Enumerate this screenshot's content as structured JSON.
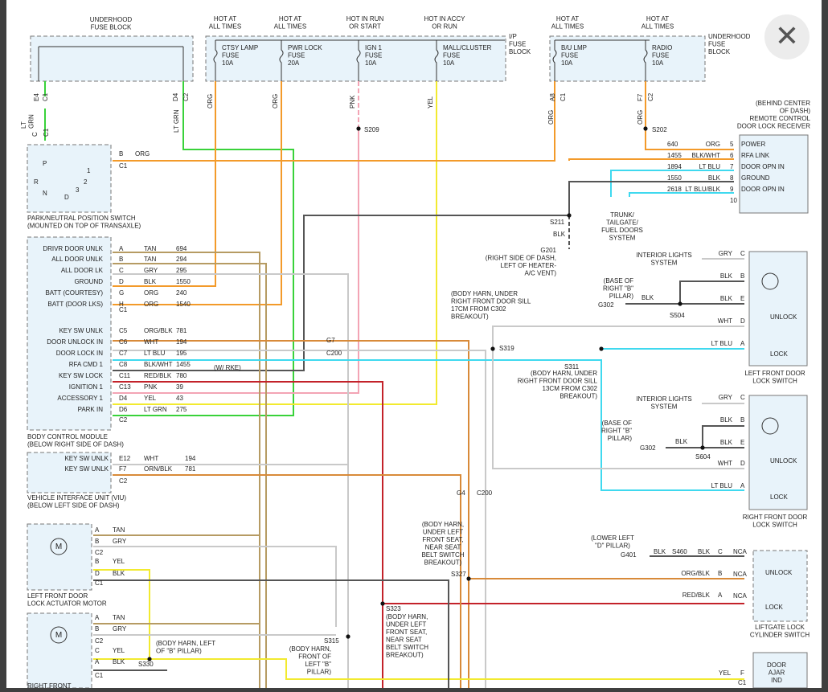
{
  "colors": {
    "org": "#f39a2a",
    "grn": "#39d23a",
    "yel": "#f2ea2f",
    "pnk": "#f3a4b4",
    "blu": "#3fd9ef",
    "blk": "#555555",
    "gry": "#c9c9c9",
    "tan": "#b69b63",
    "red": "#c3222a",
    "orgblk": "#d88a39"
  },
  "close_icon": "✕",
  "labels": {
    "underhood_block": "UNDERHOOD\nFUSE BLOCK",
    "h1": "HOT AT\nALL TIMES",
    "h2": "HOT AT\nALL TIMES",
    "h3": "HOT IN RUN\nOR START",
    "h4": "HOT IN ACCY\nOR RUN",
    "h5": "HOT AT\nALL TIMES",
    "h6": "HOT AT\nALL TIMES",
    "ip_block": "I/P\nFUSE\nBLOCK",
    "underhood_right": "UNDERHOOD\nFUSE\nBLOCK",
    "f1": "CTSY LAMP\nFUSE\n10A",
    "f2": "PWR LOCK\nFUSE\n20A",
    "f3": "IGN 1\nFUSE\n10A",
    "f4": "MALL/CLUSTER\nFUSE\n10A",
    "f5": "B/U LMP\nFUSE\n10A",
    "f6": "RADIO\nFUSE\n10A",
    "c_e4": "E4",
    "c_c1a": "C1",
    "c_d4": "D4",
    "c_c2a": "C2",
    "c_a8": "A8",
    "c_c1b": "C1",
    "c_f7": "F7",
    "c_c2b": "C2",
    "w_ltgrn1": "LT\nGRN",
    "w_ltgrn2": "LT GRN",
    "w_org1": "ORG",
    "w_org2": "ORG",
    "w_pnk": "PNK",
    "w_yel": "YEL",
    "w_org3": "ORG",
    "w_org4": "ORG",
    "c_c": "C",
    "c_c1c": "C1",
    "s209": "S209",
    "s202": "S202",
    "rcdlr_head": "(BEHIND CENTER\nOF DASH)\nREMOTE CONTROL\nDOOR LOCK RECEIVER",
    "pn_title": "PARK/NEUTRAL POSITION SWITCH\n(MOUNTED ON TOP OF TRANSAXLE)",
    "pn_b": "B",
    "pn_org": "ORG",
    "pn_c1": "C1",
    "pn_p": "P",
    "pn_r": "R",
    "pn_n": "N",
    "pn_d": "D",
    "pn_1": "1",
    "pn_2": "2",
    "pn_3": "3",
    "trunk": "TRUNK/\nTAILGATE/\nFUEL DOORS\nSYSTEM",
    "s211": "S211",
    "s211_blk": "BLK",
    "g201": "G201\n(RIGHT SIDE OF DASH,\nLEFT OF HEATER-\nA/C VENT)",
    "bcm_title": "BODY CONTROL MODULE\n(BELOW RIGHT SIDE OF DASH)",
    "bcm_c1": "C1",
    "bcm_c2": "C2",
    "w_rke": "(W/ RKE)",
    "viu_title": "VEHICLE INTERFACE UNIT (VIU)\n(BELOW LEFT SIDE OF DASH)",
    "viu_c2": "C2",
    "g7": "G7",
    "c200a": "C200",
    "g4": "G4",
    "c200b": "C200",
    "s319_note": "(BODY HARN, UNDER\nRIGHT FRONT DOOR SILL\n17CM FROM C302\nBREAKOUT)",
    "s319": "S319",
    "s311": "S311",
    "s311_note": "(BODY HARN, UNDER\nRIGHT FRONT DOOR SILL\n13CM FROM C302\nBREAKOUT)",
    "ils1": "INTERIOR LIGHTS\nSYSTEM",
    "ils2": "INTERIOR LIGHTS\nSYSTEM",
    "g302a_note": "(BASE OF\nRIGHT \"B\"\nPILLAR)",
    "g302a": "G302",
    "s504": "S504",
    "g302a_blk": "BLK",
    "g302b_note": "(BASE OF\nRIGHT \"B\"\nPILLAR)",
    "g302b": "G302",
    "s604": "S604",
    "g302b_blk": "BLK",
    "lfdls": "LEFT FRONT DOOR\nLOCK SWITCH",
    "rfdls": "RIGHT FRONT DOOR\nLOCK SWITCH",
    "unlock": "UNLOCK",
    "lock": "LOCK",
    "lf_act": "LEFT FRONT DOOR\nLOCK ACTUATOR MOTOR",
    "rf_act": "RIGHT FRONT",
    "m": "M",
    "s327_note": "(BODY HARN,\nUNDER LEFT\nFRONT SEAT,\nNEAR SEAT\nBELT SWITCH\nBREAKOUT)",
    "s327": "S327",
    "s323": "S323",
    "s323_note": "(BODY HARN,\nUNDER LEFT\nFRONT SEAT,\nNEAR SEAT\nBELT SWITCH\nBREAKOUT)",
    "s315": "S315",
    "s315_note": "(BODY HARN,\nFRONT OF\nLEFT \"B\"\nPILLAR)",
    "s330_note": "(BODY HARN, LEFT\nOF \"B\" PILLAR)",
    "s330": "S330",
    "g401_note": "(LOWER LEFT\n\"D\" PILLAR)",
    "g401": "G401",
    "s460": "S460",
    "g401_blk1": "BLK",
    "g401_blk2": "BLK",
    "llcs": "LIFTGATE LOCK\nCYLINDER SWITCH",
    "nca": "NCA",
    "door_ajar": "DOOR\nAJAR\nIND",
    "da_yel": "YEL",
    "da_f": "F",
    "da_c1": "C1"
  },
  "rcdlr_pins": [
    {
      "circ": "640",
      "wire": "ORG",
      "pin": "5",
      "name": "POWER"
    },
    {
      "circ": "1455",
      "wire": "BLK/WHT",
      "pin": "6",
      "name": "RFA LINK"
    },
    {
      "circ": "1894",
      "wire": "LT BLU",
      "pin": "7",
      "name": "DOOR OPN IN"
    },
    {
      "circ": "1550",
      "wire": "BLK",
      "pin": "8",
      "name": "GROUND"
    },
    {
      "circ": "2618",
      "wire": "LT BLU/BLK",
      "pin": "9",
      "name": "DOOR OPN IN"
    },
    {
      "circ": "",
      "wire": "",
      "pin": "10",
      "name": ""
    }
  ],
  "bcm_pins": [
    {
      "name": "DRIVR DOOR UNLK",
      "pin": "A",
      "wire": "TAN",
      "circ": "694"
    },
    {
      "name": "ALL DOOR UNLK",
      "pin": "B",
      "wire": "TAN",
      "circ": "294"
    },
    {
      "name": "ALL DOOR LK",
      "pin": "C",
      "wire": "GRY",
      "circ": "295"
    },
    {
      "name": "GROUND",
      "pin": "D",
      "wire": "BLK",
      "circ": "1550"
    },
    {
      "name": "BATT (COURTESY)",
      "pin": "G",
      "wire": "ORG",
      "circ": "240"
    },
    {
      "name": "BATT (DOOR LKS)",
      "pin": "H",
      "wire": "ORG",
      "circ": "1540"
    },
    {
      "name": "KEY SW UNLK",
      "pin": "C5",
      "wire": "ORG/BLK",
      "circ": "781"
    },
    {
      "name": "DOOR UNLOCK IN",
      "pin": "C6",
      "wire": "WHT",
      "circ": "194"
    },
    {
      "name": "DOOR LOCK IN",
      "pin": "C7",
      "wire": "LT BLU",
      "circ": "195"
    },
    {
      "name": "RFA CMD 1",
      "pin": "C8",
      "wire": "BLK/WHT",
      "circ": "1455"
    },
    {
      "name": "KEY SW LOCK",
      "pin": "C11",
      "wire": "RED/BLK",
      "circ": "780"
    },
    {
      "name": "IGNITION 1",
      "pin": "C13",
      "wire": "PNK",
      "circ": "39"
    },
    {
      "name": "ACCESSORY 1",
      "pin": "D4",
      "wire": "YEL",
      "circ": "43"
    },
    {
      "name": "PARK IN",
      "pin": "D6",
      "wire": "LT GRN",
      "circ": "275"
    }
  ],
  "viu_pins": [
    {
      "name": "KEY SW UNLK",
      "pin": "E12",
      "wire": "WHT",
      "circ": "194"
    },
    {
      "name": "KEY SW UNLK",
      "pin": "F7",
      "wire": "ORN/BLK",
      "circ": "781"
    }
  ],
  "lf_switch_pins": [
    {
      "wire": "GRY",
      "pin": "C"
    },
    {
      "wire": "BLK",
      "pin": "B"
    },
    {
      "wire": "BLK",
      "pin": "E"
    },
    {
      "wire": "WHT",
      "pin": "D"
    },
    {
      "wire": "LT BLU",
      "pin": "A"
    }
  ],
  "rf_switch_pins": [
    {
      "wire": "GRY",
      "pin": "C"
    },
    {
      "wire": "BLK",
      "pin": "B"
    },
    {
      "wire": "BLK",
      "pin": "E"
    },
    {
      "wire": "WHT",
      "pin": "D"
    },
    {
      "wire": "LT BLU",
      "pin": "A"
    }
  ],
  "lf_act_pins": [
    {
      "pin": "A",
      "wire": "TAN"
    },
    {
      "pin": "B",
      "wire": "GRY"
    },
    {
      "pin": "C2",
      "wire": ""
    },
    {
      "pin": "B",
      "wire": "YEL"
    },
    {
      "pin": "D",
      "wire": "BLK"
    },
    {
      "pin": "C1",
      "wire": ""
    }
  ],
  "rf_act_pins": [
    {
      "pin": "A",
      "wire": "TAN"
    },
    {
      "pin": "B",
      "wire": "GRY"
    },
    {
      "pin": "C2",
      "wire": ""
    },
    {
      "pin": "C",
      "wire": "YEL"
    },
    {
      "pin": "A",
      "wire": "BLK"
    },
    {
      "pin": "C1",
      "wire": ""
    }
  ],
  "llcs_pins": [
    {
      "wire": "BLK",
      "pin": "C"
    },
    {
      "wire": "ORG/BLK",
      "pin": "B"
    },
    {
      "wire": "RED/BLK",
      "pin": "A"
    }
  ]
}
